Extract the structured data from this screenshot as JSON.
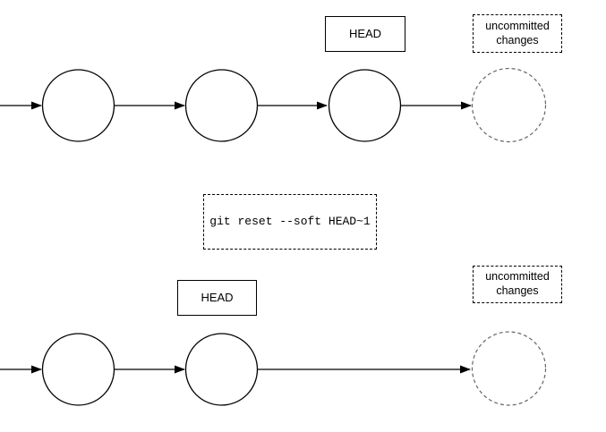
{
  "colors": {
    "background": "#ffffff",
    "stroke": "#000000",
    "dashed_node_stroke": "#666666"
  },
  "top_row": {
    "head_label": "HEAD",
    "uncommitted_label": "uncommitted changes",
    "commit_count": 3,
    "uncommitted_node_count": 1
  },
  "command_box": {
    "text": "git reset --soft HEAD~1"
  },
  "bottom_row": {
    "head_label": "HEAD",
    "uncommitted_label": "uncommitted changes",
    "commit_count": 2,
    "uncommitted_node_count": 1
  }
}
